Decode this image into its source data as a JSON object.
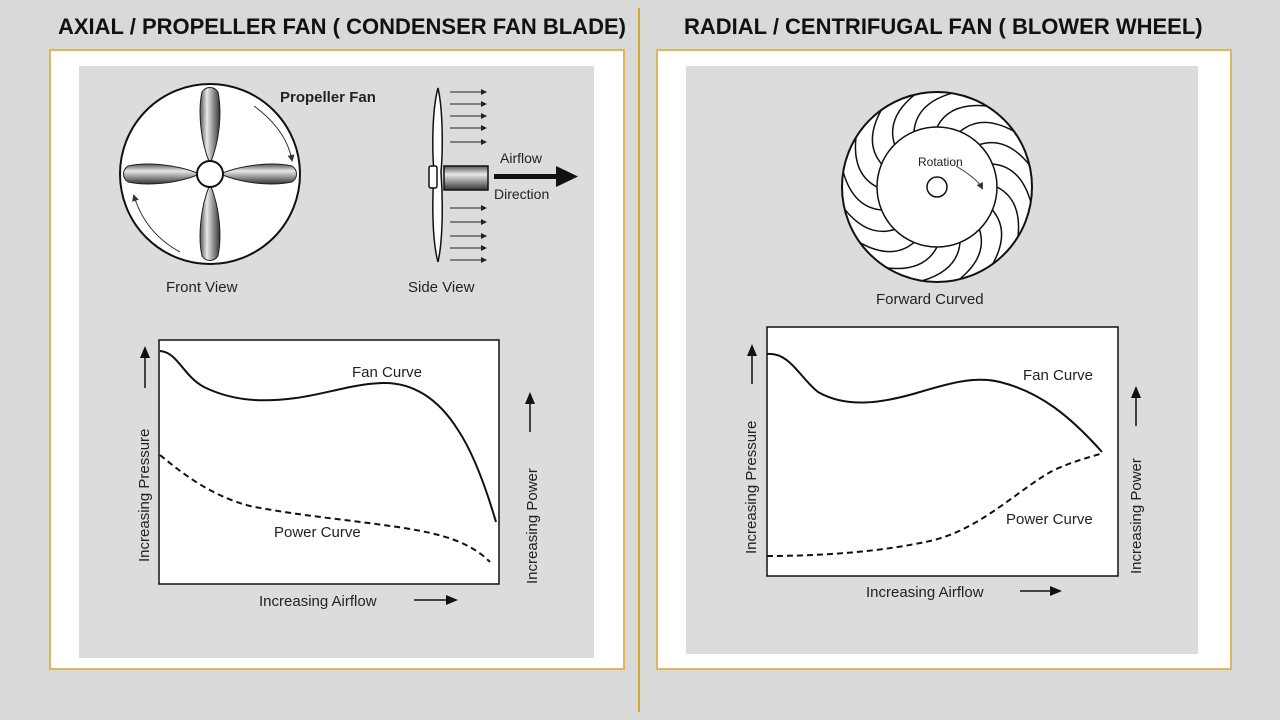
{
  "headings": {
    "left": "AXIAL / PROPELLER FAN ( CONDENSER FAN BLADE)",
    "right": "RADIAL / CENTRIFUGAL FAN ( BLOWER WHEEL)"
  },
  "axial": {
    "title": "Propeller Fan",
    "front_view": "Front View",
    "side_view": "Side View",
    "airflow_label": "Airflow",
    "direction_label": "Direction",
    "chart": {
      "fan_curve": "Fan Curve",
      "power_curve": "Power Curve",
      "ylabel_left": "Increasing Pressure",
      "ylabel_right": "Increasing Power",
      "xlabel": "Increasing Airflow"
    }
  },
  "radial": {
    "rotation_label": "Rotation",
    "caption": "Forward Curved",
    "chart": {
      "fan_curve": "Fan Curve",
      "power_curve": "Power Curve",
      "ylabel_left": "Increasing Pressure",
      "ylabel_right": "Increasing Power",
      "xlabel": "Increasing Airflow"
    }
  },
  "colors": {
    "background": "#d9d9d9",
    "panel_border": "#e3b55a",
    "divider": "#d4a82a"
  }
}
